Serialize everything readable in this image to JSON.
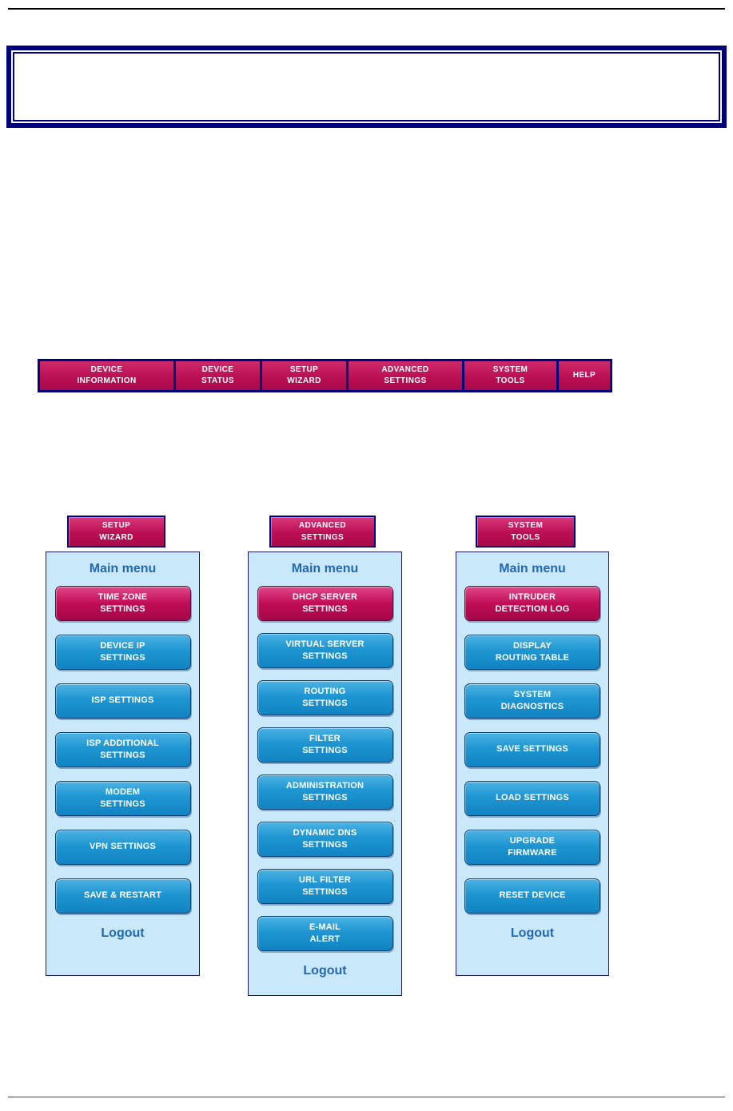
{
  "colors": {
    "navy": "#00007D",
    "crimson": "#BB0F54",
    "button_blue": "#1E96D2",
    "panel_background": "#C9E8FA",
    "text_blue": "#2268B2",
    "button_text": "#FFFFFF"
  },
  "top_nav": {
    "items": [
      {
        "label": "DEVICE\nINFORMATION"
      },
      {
        "label": "DEVICE\nSTATUS"
      },
      {
        "label": "SETUP\nWIZARD"
      },
      {
        "label": "ADVANCED\nSETTINGS"
      },
      {
        "label": "SYSTEM\nTOOLS"
      },
      {
        "label": "HELP"
      }
    ]
  },
  "panels": [
    {
      "header": "SETUP\nWIZARD",
      "menu_title": "Main menu",
      "buttons": [
        {
          "label": "TIME ZONE\nSETTINGS",
          "active": true
        },
        {
          "label": "DEVICE IP\nSETTINGS",
          "active": false
        },
        {
          "label": "ISP SETTINGS",
          "active": false
        },
        {
          "label": "ISP ADDITIONAL\nSETTINGS",
          "active": false
        },
        {
          "label": "MODEM\nSETTINGS",
          "active": false
        },
        {
          "label": "VPN SETTINGS",
          "active": false
        },
        {
          "label": "SAVE & RESTART",
          "active": false
        }
      ],
      "logout_label": "Logout"
    },
    {
      "header": "ADVANCED\nSETTINGS",
      "menu_title": "Main menu",
      "buttons": [
        {
          "label": "DHCP SERVER\nSETTINGS",
          "active": true
        },
        {
          "label": "VIRTUAL SERVER\nSETTINGS",
          "active": false
        },
        {
          "label": "ROUTING\nSETTINGS",
          "active": false
        },
        {
          "label": "FILTER\nSETTINGS",
          "active": false
        },
        {
          "label": "ADMINISTRATION\nSETTINGS",
          "active": false
        },
        {
          "label": "DYNAMIC DNS\nSETTINGS",
          "active": false
        },
        {
          "label": "URL FILTER\nSETTINGS",
          "active": false
        },
        {
          "label": "E-MAIL\nALERT",
          "active": false
        }
      ],
      "logout_label": "Logout"
    },
    {
      "header": "SYSTEM\nTOOLS",
      "menu_title": "Main menu",
      "buttons": [
        {
          "label": "INTRUDER\nDETECTION LOG",
          "active": true
        },
        {
          "label": "DISPLAY\nROUTING TABLE",
          "active": false
        },
        {
          "label": "SYSTEM\nDIAGNOSTICS",
          "active": false
        },
        {
          "label": "SAVE SETTINGS",
          "active": false
        },
        {
          "label": "LOAD SETTINGS",
          "active": false
        },
        {
          "label": "UPGRADE\nFIRMWARE",
          "active": false
        },
        {
          "label": "RESET DEVICE",
          "active": false
        }
      ],
      "logout_label": "Logout"
    }
  ]
}
